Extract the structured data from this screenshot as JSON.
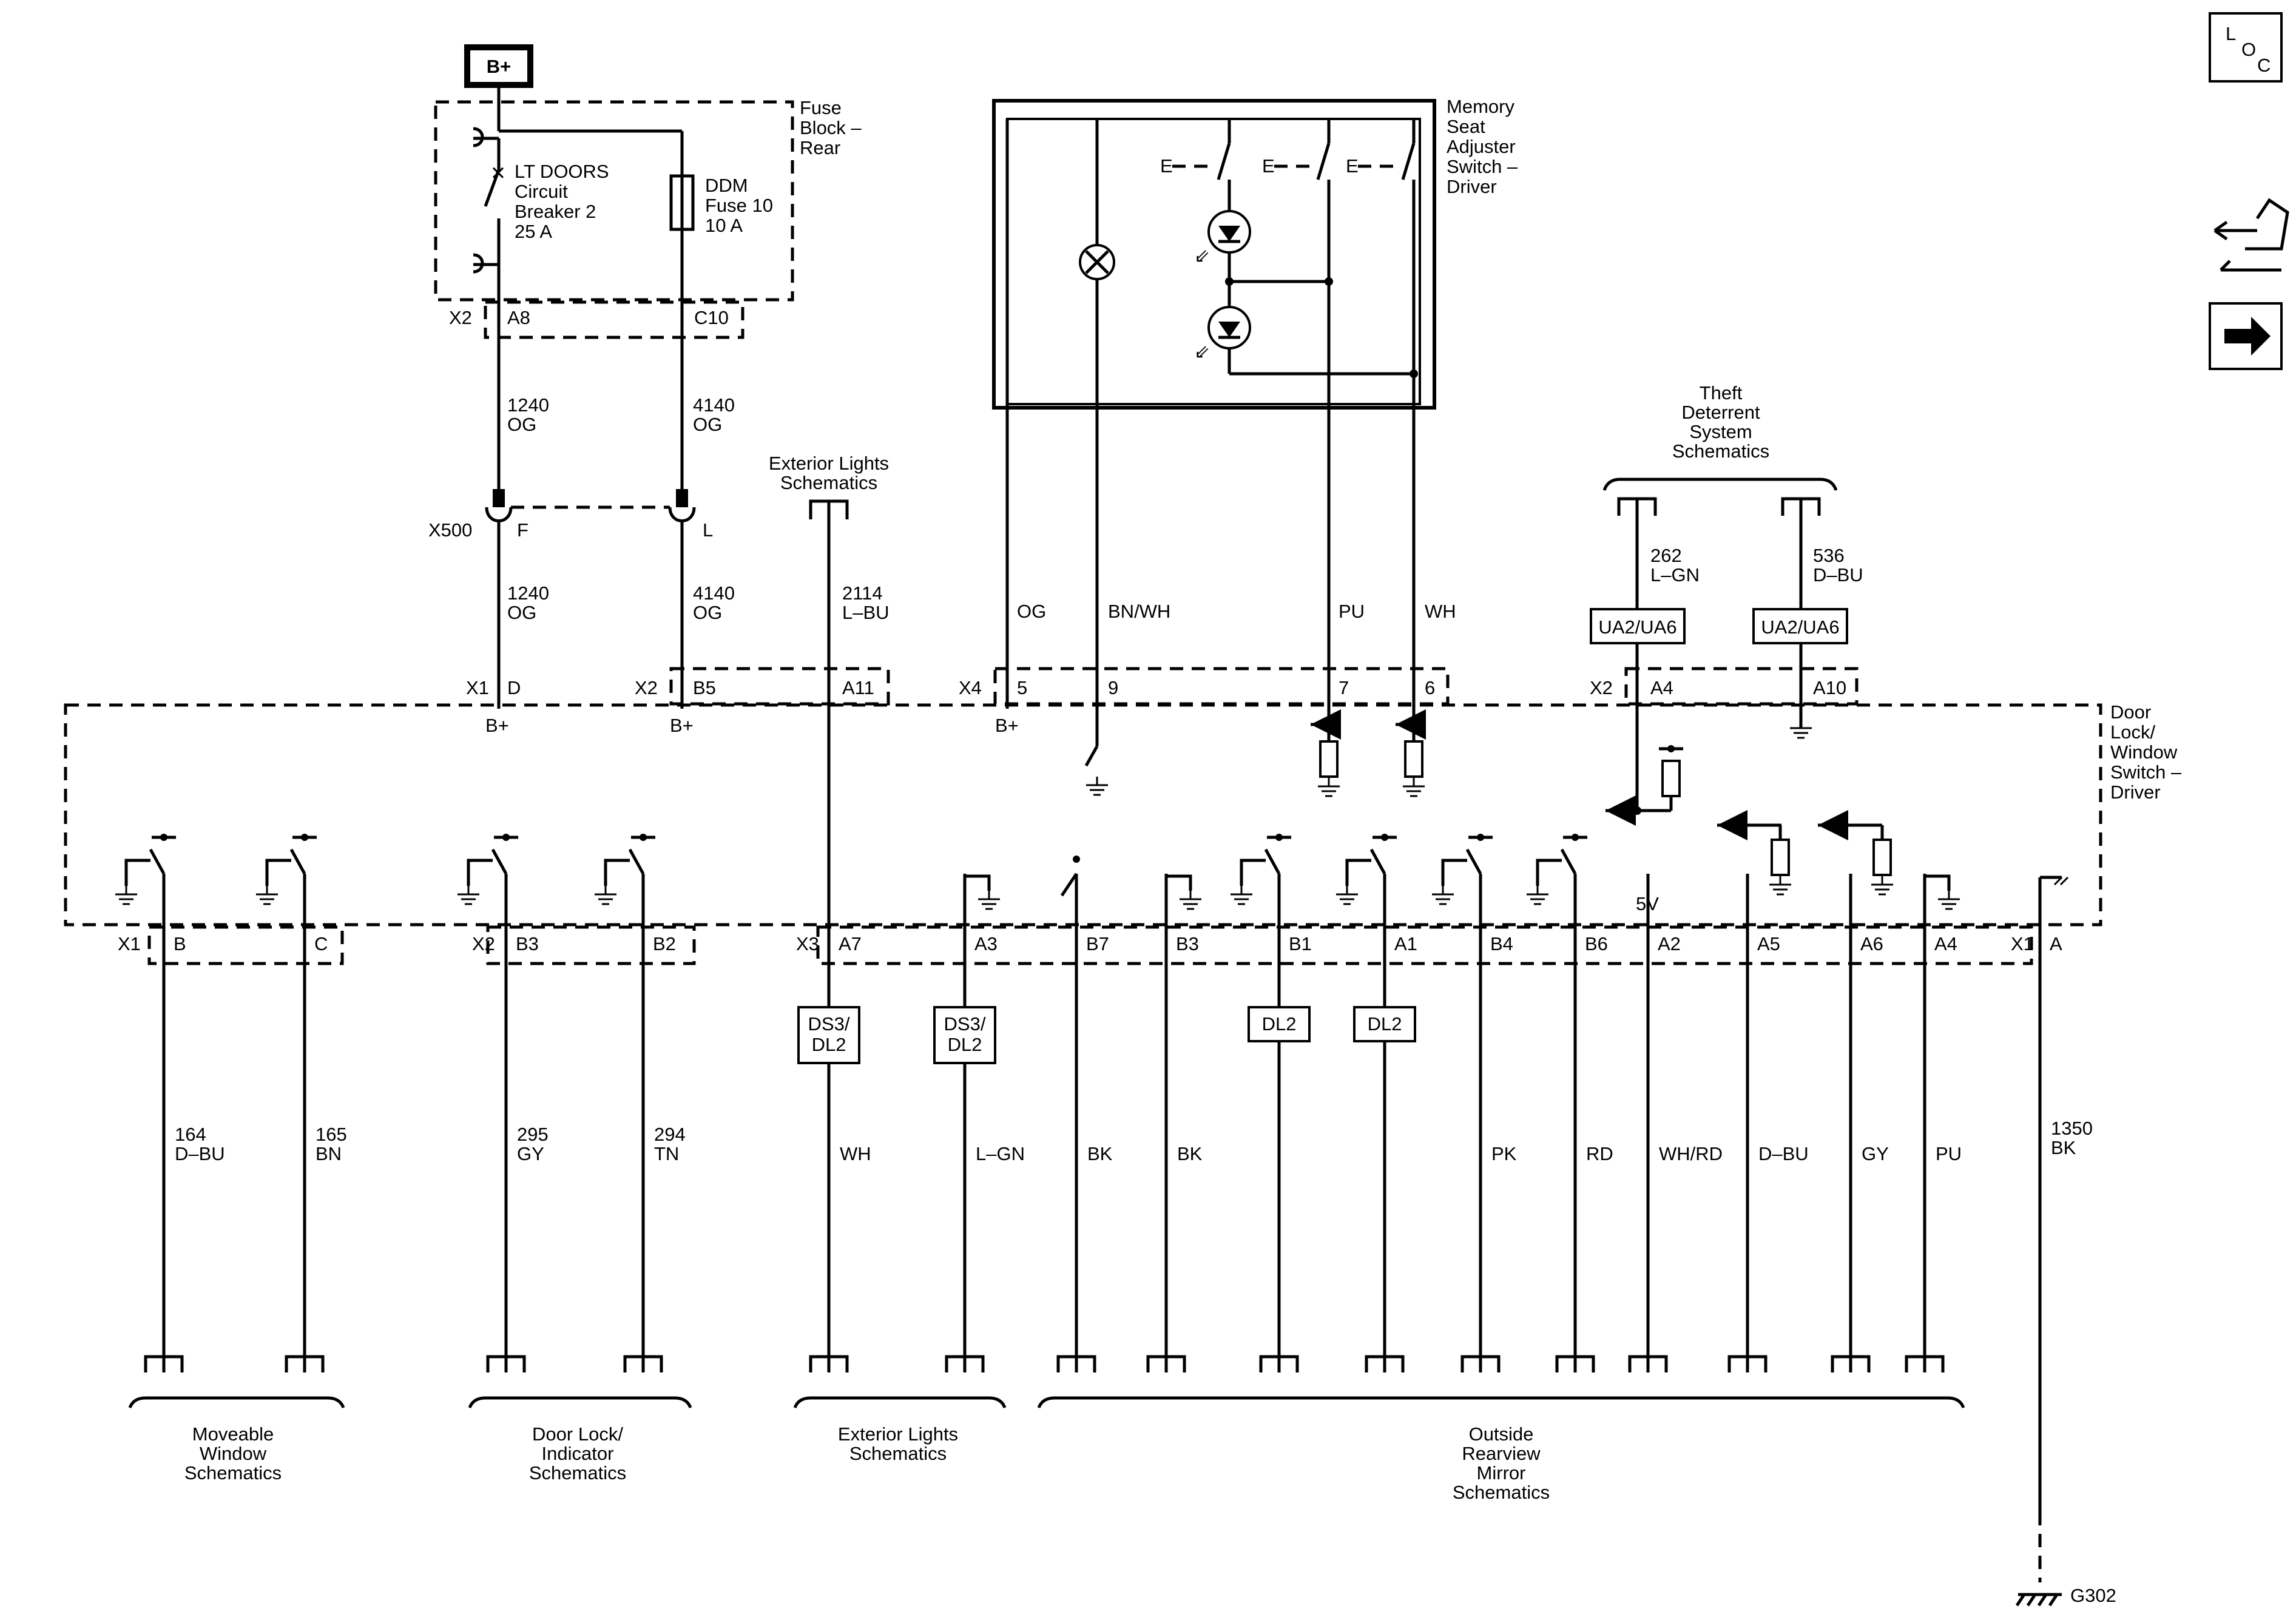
{
  "power_source": "B+",
  "fuse_block": {
    "label": [
      "Fuse",
      "Block –",
      "Rear"
    ],
    "breaker": [
      "LT DOORS",
      "Circuit",
      "Breaker 2",
      "25 A"
    ],
    "fuse": [
      "DDM",
      "Fuse 10",
      "10 A"
    ],
    "connector": "X2",
    "pins": [
      "A8",
      "C10"
    ]
  },
  "circuits_top": [
    {
      "num": "1240",
      "color": "OG"
    },
    {
      "num": "4140",
      "color": "OG"
    },
    {
      "num": "1240",
      "color": "OG"
    },
    {
      "num": "4140",
      "color": "OG"
    }
  ],
  "inline_connector": {
    "name": "X500",
    "pins": [
      "F",
      "L"
    ]
  },
  "memory_seat": {
    "label": [
      "Memory",
      "Seat",
      "Adjuster",
      "Switch –",
      "Driver"
    ],
    "wires": [
      "OG",
      "BN/WH",
      "PU",
      "WH"
    ],
    "pins": [
      "5",
      "9",
      "7",
      "6"
    ],
    "connector": "X4"
  },
  "exterior_lights_top": {
    "label": [
      "Exterior Lights",
      "Schematics"
    ],
    "circuit": "2114",
    "color": "L–BU"
  },
  "theft_deterrent": {
    "label": [
      "Theft",
      "Deterrent",
      "System",
      "Schematics"
    ],
    "circuits": [
      {
        "num": "262",
        "color": "L–GN"
      },
      {
        "num": "536",
        "color": "D–BU"
      }
    ],
    "options": [
      "UA2/UA6",
      "UA2/UA6"
    ],
    "connector": "X2",
    "pins": [
      "A4",
      "A10"
    ]
  },
  "door_module": {
    "label": [
      "Door",
      "Lock/",
      "Window",
      "Switch –",
      "Driver"
    ],
    "top_connectors": [
      {
        "conn": "X1",
        "pin": "D"
      },
      {
        "conn": "X2",
        "pin": "B5"
      },
      {
        "conn": "",
        "pin": "A11"
      }
    ],
    "bplus": "B+",
    "vref": "5V"
  },
  "bottom_pins": [
    {
      "conn": "X1",
      "pin": "B",
      "circuit": "164",
      "color": "D–BU"
    },
    {
      "conn": "",
      "pin": "C",
      "circuit": "165",
      "color": "BN"
    },
    {
      "conn": "X2",
      "pin": "B3",
      "circuit": "295",
      "color": "GY"
    },
    {
      "conn": "",
      "pin": "B2",
      "circuit": "294",
      "color": "TN"
    },
    {
      "conn": "X3",
      "pin": "A7",
      "circuit": "",
      "color": "WH",
      "option": [
        "DS3/",
        "DL2"
      ]
    },
    {
      "conn": "",
      "pin": "A3",
      "circuit": "",
      "color": "L–GN",
      "option": [
        "DS3/",
        "DL2"
      ]
    },
    {
      "conn": "",
      "pin": "B7",
      "circuit": "",
      "color": "BK"
    },
    {
      "conn": "",
      "pin": "B3",
      "circuit": "",
      "color": "BK"
    },
    {
      "conn": "",
      "pin": "B1",
      "circuit": "",
      "color": "",
      "option": [
        "DL2"
      ]
    },
    {
      "conn": "",
      "pin": "A1",
      "circuit": "",
      "color": "",
      "option": [
        "DL2"
      ]
    },
    {
      "conn": "",
      "pin": "B4",
      "circuit": "",
      "color": "PK"
    },
    {
      "conn": "",
      "pin": "B6",
      "circuit": "",
      "color": "RD"
    },
    {
      "conn": "",
      "pin": "A2",
      "circuit": "",
      "color": "WH/RD"
    },
    {
      "conn": "",
      "pin": "A5",
      "circuit": "",
      "color": "D–BU"
    },
    {
      "conn": "",
      "pin": "A6",
      "circuit": "",
      "color": "GY"
    },
    {
      "conn": "",
      "pin": "A4",
      "circuit": "",
      "color": "PU"
    },
    {
      "conn": "X1",
      "pin": "A",
      "circuit": "1350",
      "color": "BK"
    }
  ],
  "bottom_groups": [
    [
      "Moveable",
      "Window",
      "Schematics"
    ],
    [
      "Door Lock/",
      "Indicator",
      "Schematics"
    ],
    [
      "Exterior Lights",
      "Schematics"
    ],
    [
      "Outside",
      "Rearview",
      "Mirror",
      "Schematics"
    ]
  ],
  "ground": "G302",
  "loc_icon": [
    "L",
    "O",
    "C"
  ]
}
